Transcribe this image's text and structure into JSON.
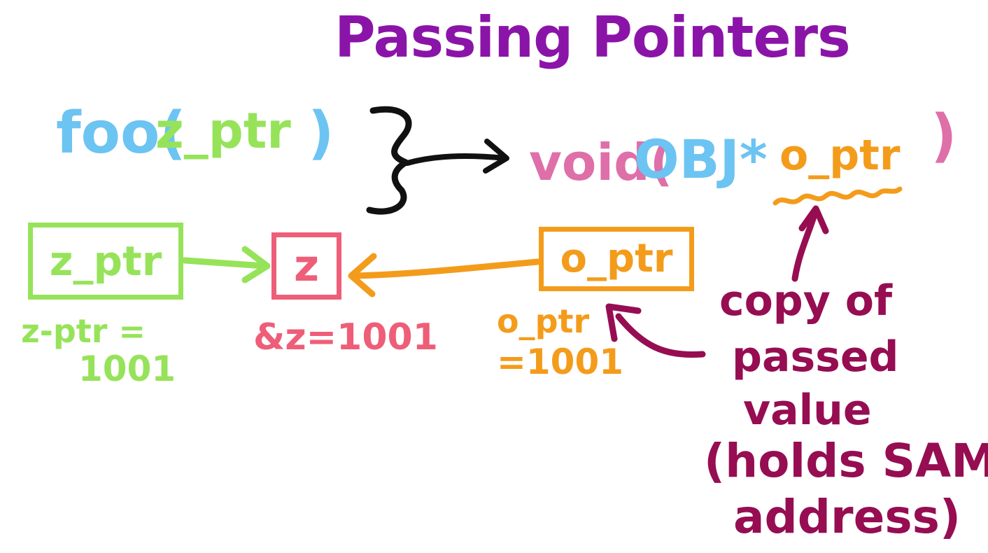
{
  "colors": {
    "title": "#8b14a8",
    "call": "#6cc4f2",
    "arg": "#96e35a",
    "signature": "#de6fa9",
    "pointer_orange": "#f39c1b",
    "object_red": "#ee5e78",
    "annotation": "#960d52",
    "brace": "#111111"
  },
  "title": "Passing Pointers",
  "call": {
    "function": "foo(",
    "argument": "z_ptr",
    "close_paren": ")"
  },
  "signature": {
    "return_type": "void(",
    "param_type": "OBJ*",
    "param_name": "o_ptr",
    "close_paren": ")"
  },
  "boxes": {
    "z_ptr": "z_ptr",
    "z": "z",
    "o_ptr": "o_ptr"
  },
  "labels": {
    "z_ptr_line1": "z-ptr =",
    "z_ptr_line2": "1001",
    "z_address": "&z=1001",
    "o_ptr_line1": "o_ptr",
    "o_ptr_line2": "=1001"
  },
  "annotation": {
    "line1": "copy of",
    "line2": "passed",
    "line3": "value",
    "line4": "(holds SAME",
    "line5": "address)"
  }
}
